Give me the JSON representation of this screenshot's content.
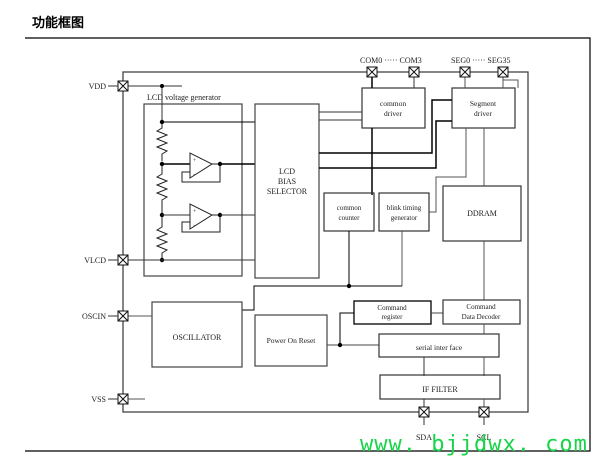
{
  "title": "功能框图",
  "watermark": "www. bjjdwx. com",
  "pins": {
    "vdd": "VDD",
    "vlcd": "VLCD",
    "oscin": "OSCIN",
    "vss": "VSS",
    "com_range": "COM0 ····· COM3",
    "seg_range": "SEG0 ····· SEG35",
    "sda": "SDA",
    "scl": "SCL"
  },
  "blocks": {
    "lcd_voltage_generator": "LCD voltage generator",
    "lcd_bias_selector": [
      "LCD",
      "BIAS",
      "SELECTOR"
    ],
    "common_driver": [
      "common",
      "driver"
    ],
    "segment_driver": [
      "Segment",
      "driver"
    ],
    "common_counter": [
      "common",
      "counter"
    ],
    "blink_timing_generator": [
      "blink timing",
      "generator"
    ],
    "ddram": "DDRAM",
    "oscillator": "OSCILLATOR",
    "power_on_reset": "Power On Reset",
    "command_register": [
      "Command",
      "register"
    ],
    "command_data_decoder": [
      "Command",
      "Data Decoder"
    ],
    "serial_interface": "serial inter face",
    "if_filter": "IF FILTER"
  }
}
